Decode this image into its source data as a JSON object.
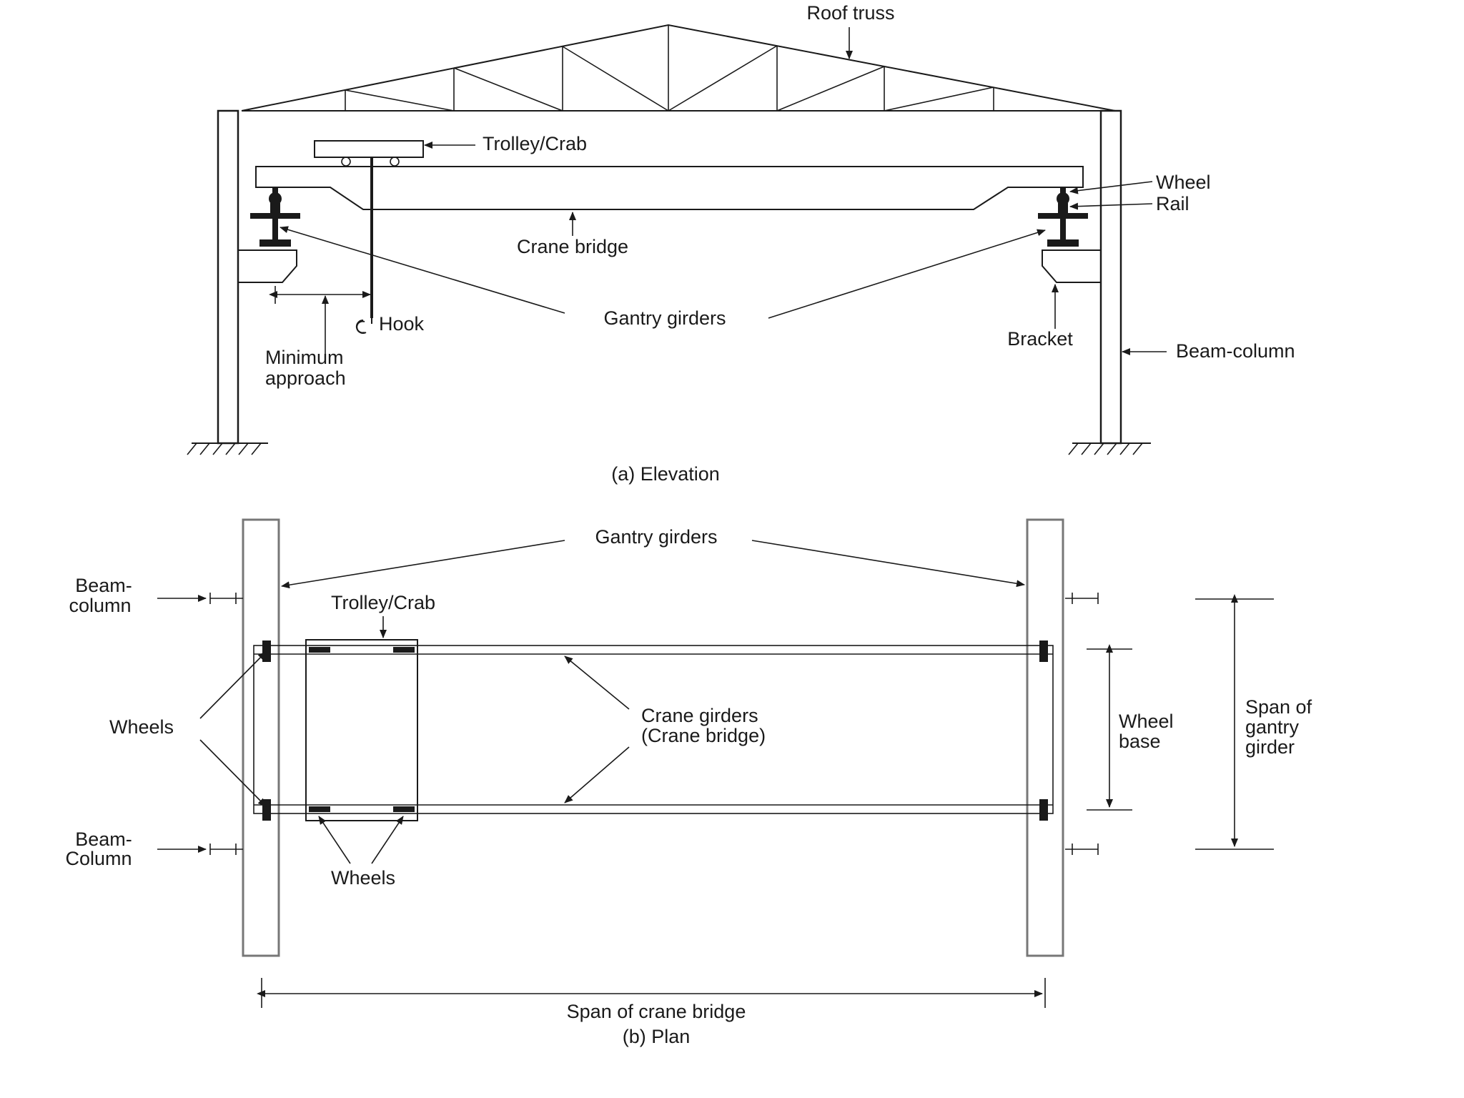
{
  "elevation": {
    "caption": "(a) Elevation",
    "labels": {
      "roof_truss": "Roof truss",
      "trolley_crab": "Trolley/Crab",
      "wheel": "Wheel",
      "rail": "Rail",
      "crane_bridge": "Crane bridge",
      "hook": "Hook",
      "gantry_girders": "Gantry girders",
      "bracket": "Bracket",
      "beam_column": "Beam-column",
      "minimum_approach_line1": "Minimum",
      "minimum_approach_line2": "approach"
    }
  },
  "plan": {
    "caption": "(b) Plan",
    "labels": {
      "gantry_girders": "Gantry girders",
      "beam_column_top_line1": "Beam-",
      "beam_column_top_line2": "column",
      "trolley_crab": "Trolley/Crab",
      "wheels_left": "Wheels",
      "crane_girders_line1": "Crane girders",
      "crane_girders_line2": "(Crane bridge)",
      "wheel_base_line1": "Wheel",
      "wheel_base_line2": "base",
      "span_gantry_line1": "Span of",
      "span_gantry_line2": "gantry",
      "span_gantry_line3": "girder",
      "beam_column_bottom_line1": "Beam-",
      "beam_column_bottom_line2": "Column",
      "wheels_bottom": "Wheels",
      "span_crane_bridge": "Span of crane bridge"
    }
  }
}
